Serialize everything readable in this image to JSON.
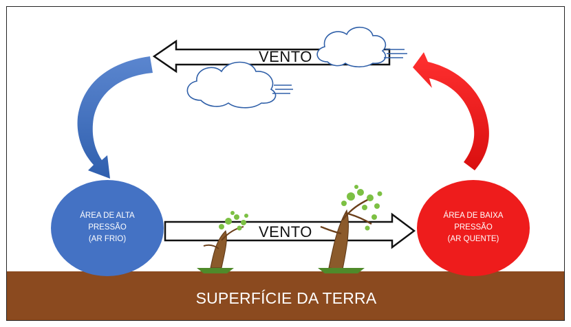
{
  "diagram": {
    "top_arrow_label": "VENTO",
    "bottom_arrow_label": "VENTO",
    "high_pressure": {
      "lines": [
        "ÁREA DE ALTA",
        "PRESSÃO",
        "(AR FRIO)"
      ],
      "color": "#4472c4"
    },
    "low_pressure": {
      "lines": [
        "ÁREA DE BAIXA",
        "PRESSÃO",
        "(AR QUENTE)"
      ],
      "color": "#ee1c1c"
    },
    "ground_label": "SUPERFÍCIE DA TERRA",
    "ground_color": "#8b4a1f",
    "icons": [
      "cloud-icon",
      "cloud-icon",
      "tree-icon",
      "tree-icon",
      "curved-arrow-icon"
    ]
  }
}
